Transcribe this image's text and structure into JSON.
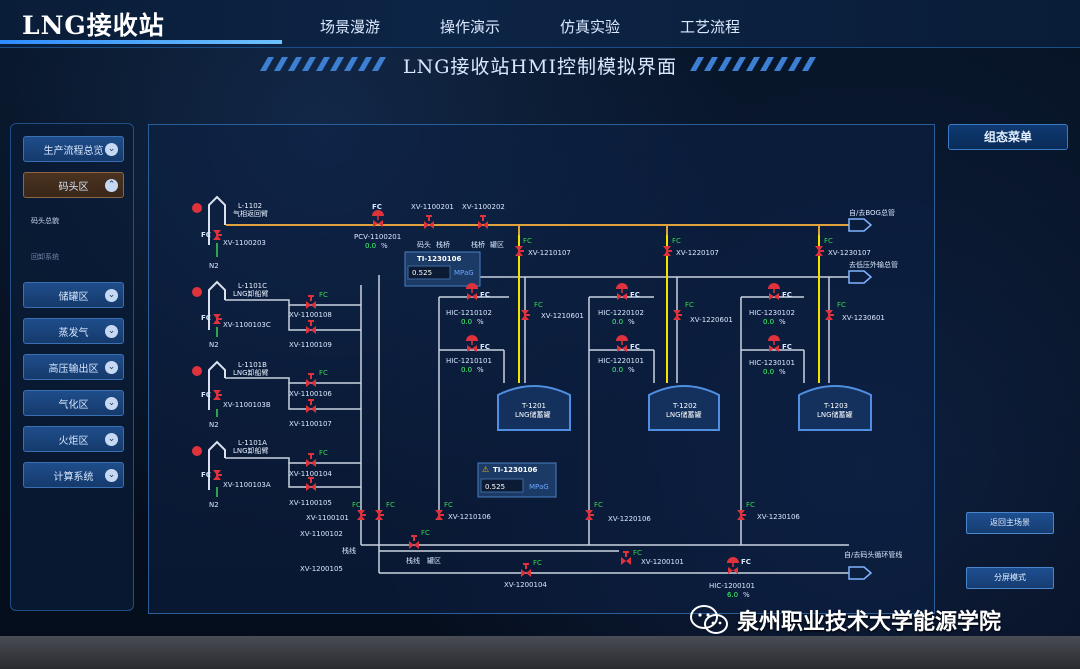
{
  "header": {
    "logo": "LNG接收站",
    "nav": [
      "场景漫游",
      "操作演示",
      "仿真实验",
      "工艺流程"
    ],
    "subtitle": "LNG接收站HMI控制模拟界面"
  },
  "left_menu": {
    "items": [
      {
        "label": "生产流程总览"
      },
      {
        "label": "码头区"
      },
      {
        "label": "储罐区"
      },
      {
        "label": "蒸发气"
      },
      {
        "label": "高压输出区"
      },
      {
        "label": "气化区"
      },
      {
        "label": "火炬区"
      },
      {
        "label": "计算系统"
      }
    ],
    "subitems": [
      "码头总貌",
      "回卸系统"
    ]
  },
  "right_menu": {
    "group_label": "组态菜单",
    "buttons": [
      "返回主场景",
      "分屏模式"
    ]
  },
  "process": {
    "lines": {
      "bog": "自/去BOG总管",
      "lp_out": "去低压外输总管",
      "circ": "自/去码头循环管线"
    },
    "arms": [
      {
        "tag": "L-1102",
        "desc": "气相返回臂",
        "fc": "FC",
        "valve": "XV-1100203",
        "n2": "N2"
      },
      {
        "tag": "L-1101C",
        "desc": "LNG卸船臂",
        "fc": "FC",
        "valve": "XV-1100103C",
        "n2": "N2"
      },
      {
        "tag": "L-1101B",
        "desc": "LNG卸船臂",
        "fc": "FC",
        "valve": "XV-1100103B",
        "n2": "N2"
      },
      {
        "tag": "L-1101A",
        "desc": "LNG卸船臂",
        "fc": "FC",
        "valve": "XV-1100103A",
        "n2": "N2"
      }
    ],
    "arm_valves": [
      "XV-1100108",
      "XV-1100109",
      "XV-1100106",
      "XV-1100107",
      "XV-1100104",
      "XV-1100105"
    ],
    "pcv": {
      "tag": "PCV-1100201",
      "value": "0.0",
      "unit": "%",
      "fc": "FC"
    },
    "top_valves": [
      "XV-1100201",
      "XV-1100202"
    ],
    "top_labels": [
      "码头",
      "栈桥",
      "栈桥",
      "罐区"
    ],
    "ti_1": {
      "tag": "TI-1230106",
      "value": "0.525",
      "unit": "MPaG"
    },
    "ti_2": {
      "tag": "TI-1230106",
      "value": "0.525",
      "unit": "MPaG"
    },
    "tanks": [
      {
        "tag": "T-1201",
        "name": "LNG储蓄罐",
        "top_valve": "XV-1210107",
        "mid_valve": "XV-1210601",
        "hic_a": {
          "tag": "HIC-1210102",
          "value": "0.0",
          "unit": "%"
        },
        "hic_b": {
          "tag": "HIC-1210101",
          "value": "0.0",
          "unit": "%"
        },
        "bottom_valve": "XV-1210106"
      },
      {
        "tag": "T-1202",
        "name": "LNG储蓄罐",
        "top_valve": "XV-1220107",
        "mid_valve": "XV-1220601",
        "hic_a": {
          "tag": "HIC-1220102",
          "value": "0.0",
          "unit": "%"
        },
        "hic_b": {
          "tag": "HIC-1220101",
          "value": "0.0",
          "unit": "%"
        },
        "bottom_valve": "XV-1220106"
      },
      {
        "tag": "T-1203",
        "name": "LNG储蓄罐",
        "top_valve": "XV-1230107",
        "mid_valve": "XV-1230601",
        "hic_a": {
          "tag": "HIC-1230102",
          "value": "0.0",
          "unit": "%"
        },
        "hic_b": {
          "tag": "HIC-1230101",
          "value": "0.0",
          "unit": "%"
        },
        "bottom_valve": "XV-1230106"
      }
    ],
    "bottom": {
      "xv_1100101": "XV-1100101",
      "xv_1100102": "XV-1100102",
      "xv_1200105": "XV-1200105",
      "xv_1200104": "XV-1200104",
      "xv_1200101": "XV-1200101",
      "hic_1200101": {
        "tag": "HIC-1200101",
        "value": "6.0",
        "unit": "%"
      },
      "label_zhanxian": "栈线",
      "label_zhanxian2": "栈线",
      "label_guanqu": "罐区"
    },
    "fc": "FC"
  },
  "watermark": "泉州职业技术大学能源学院",
  "colors": {
    "pipe_orange": "#e0a23c",
    "pipe_white": "#c9d3e0",
    "pipe_yellow": "#f2e300",
    "valve_red": "#e0323c",
    "fc_green": "#39d353",
    "value_green": "#40ff6a"
  }
}
